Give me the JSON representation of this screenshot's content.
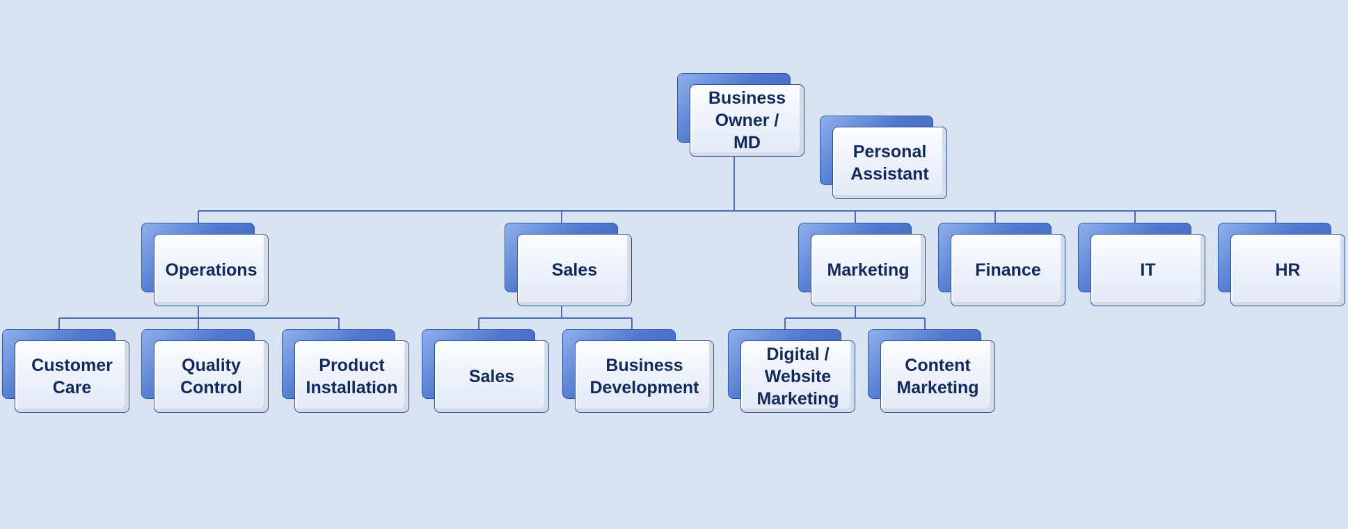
{
  "org_chart": {
    "root": {
      "id": "md",
      "label": "Business Owner /\nMD"
    },
    "assistant": {
      "id": "pa",
      "label": "Personal\nAssistant"
    },
    "departments": [
      {
        "id": "operations",
        "label": "Operations",
        "children": [
          {
            "id": "customer-care",
            "label": "Customer\nCare"
          },
          {
            "id": "quality-control",
            "label": "Quality\nControl"
          },
          {
            "id": "product-installation",
            "label": "Product\nInstallation"
          }
        ]
      },
      {
        "id": "sales",
        "label": "Sales",
        "children": [
          {
            "id": "sales-team",
            "label": "Sales"
          },
          {
            "id": "business-development",
            "label": "Business\nDevelopment"
          }
        ]
      },
      {
        "id": "marketing",
        "label": "Marketing",
        "children": [
          {
            "id": "digital-marketing",
            "label": "Digital /\nWebsite\nMarketing"
          },
          {
            "id": "content-marketing",
            "label": "Content\nMarketing"
          }
        ]
      },
      {
        "id": "finance",
        "label": "Finance",
        "children": []
      },
      {
        "id": "it",
        "label": "IT",
        "children": []
      },
      {
        "id": "hr",
        "label": "HR",
        "children": []
      }
    ]
  },
  "colors": {
    "background": "#dae3f3",
    "connector": "#4a6fb8",
    "text": "#14285a"
  }
}
